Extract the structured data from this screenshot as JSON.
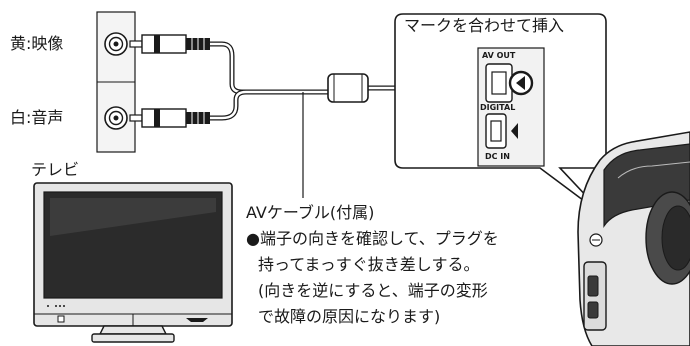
{
  "labels": {
    "yellow_video": "黄:映像",
    "white_audio": "白:音声",
    "tv": "テレビ",
    "callout": "マークを合わせて挿入"
  },
  "port_labels": {
    "av_out": "AV OUT",
    "digital": "DIGITAL",
    "dc_in": "DC IN"
  },
  "cable_note": {
    "title": "AVケーブル(付属)",
    "bullet": "●",
    "line1": "端子の向きを確認して、プラグを",
    "line2": "持ってまっすぐ抜き差しする。",
    "line3": "(向きを逆にすると、端子の変形",
    "line4": "で故障の原因になります)"
  },
  "colors": {
    "line": "#1a1a1a",
    "panel_fill": "#f2f2f2",
    "screen_dark": "#2b2b2b",
    "tv_body": "#e6e6e6",
    "camera_dark": "#3a3a3a"
  }
}
